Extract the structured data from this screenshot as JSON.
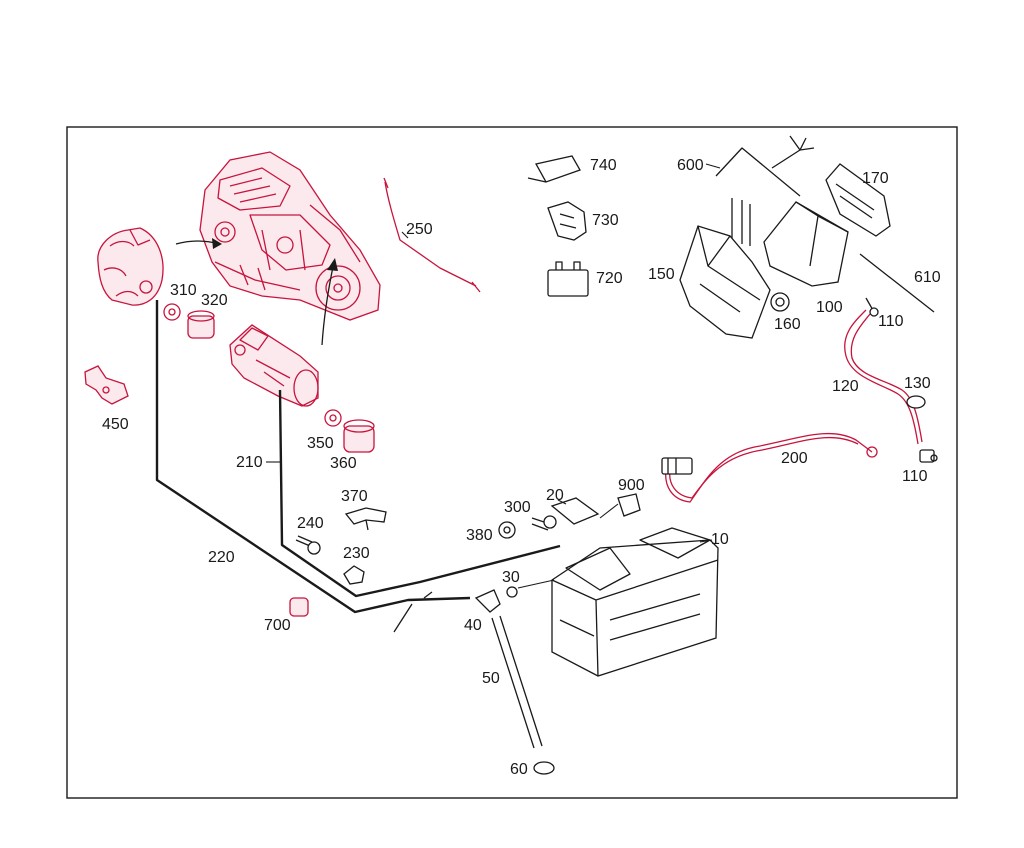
{
  "diagram": {
    "callouts": [
      {
        "id": "10",
        "text": "10"
      },
      {
        "id": "20",
        "text": "20"
      },
      {
        "id": "30",
        "text": "30"
      },
      {
        "id": "40",
        "text": "40"
      },
      {
        "id": "50",
        "text": "50"
      },
      {
        "id": "60",
        "text": "60"
      },
      {
        "id": "100",
        "text": "100"
      },
      {
        "id": "110a",
        "text": "110"
      },
      {
        "id": "110b",
        "text": "110"
      },
      {
        "id": "120",
        "text": "120"
      },
      {
        "id": "130",
        "text": "130"
      },
      {
        "id": "150",
        "text": "150"
      },
      {
        "id": "160",
        "text": "160"
      },
      {
        "id": "170",
        "text": "170"
      },
      {
        "id": "200",
        "text": "200"
      },
      {
        "id": "210",
        "text": "210"
      },
      {
        "id": "220",
        "text": "220"
      },
      {
        "id": "230",
        "text": "230"
      },
      {
        "id": "240",
        "text": "240"
      },
      {
        "id": "250",
        "text": "250"
      },
      {
        "id": "300",
        "text": "300"
      },
      {
        "id": "310",
        "text": "310"
      },
      {
        "id": "320",
        "text": "320"
      },
      {
        "id": "350",
        "text": "350"
      },
      {
        "id": "360",
        "text": "360"
      },
      {
        "id": "370",
        "text": "370"
      },
      {
        "id": "380",
        "text": "380"
      },
      {
        "id": "450",
        "text": "450"
      },
      {
        "id": "600",
        "text": "600"
      },
      {
        "id": "610",
        "text": "610"
      },
      {
        "id": "700",
        "text": "700"
      },
      {
        "id": "720",
        "text": "720"
      },
      {
        "id": "730",
        "text": "730"
      },
      {
        "id": "740",
        "text": "740"
      },
      {
        "id": "900",
        "text": "900"
      }
    ]
  },
  "colors": {
    "part_outline": "#c8143c",
    "ink": "#1a1a1a",
    "background": "#ffffff"
  }
}
